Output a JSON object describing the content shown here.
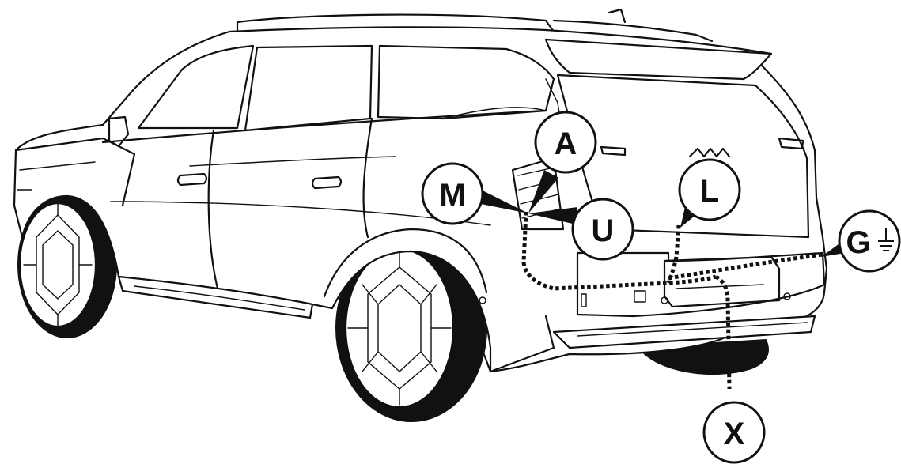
{
  "callouts": {
    "A": "A",
    "M": "M",
    "U": "U",
    "L": "L",
    "G": "G",
    "X": "X"
  },
  "ground_symbol": "ground-symbol-icon",
  "colors": {
    "line": "#111111",
    "background": "#ffffff"
  }
}
